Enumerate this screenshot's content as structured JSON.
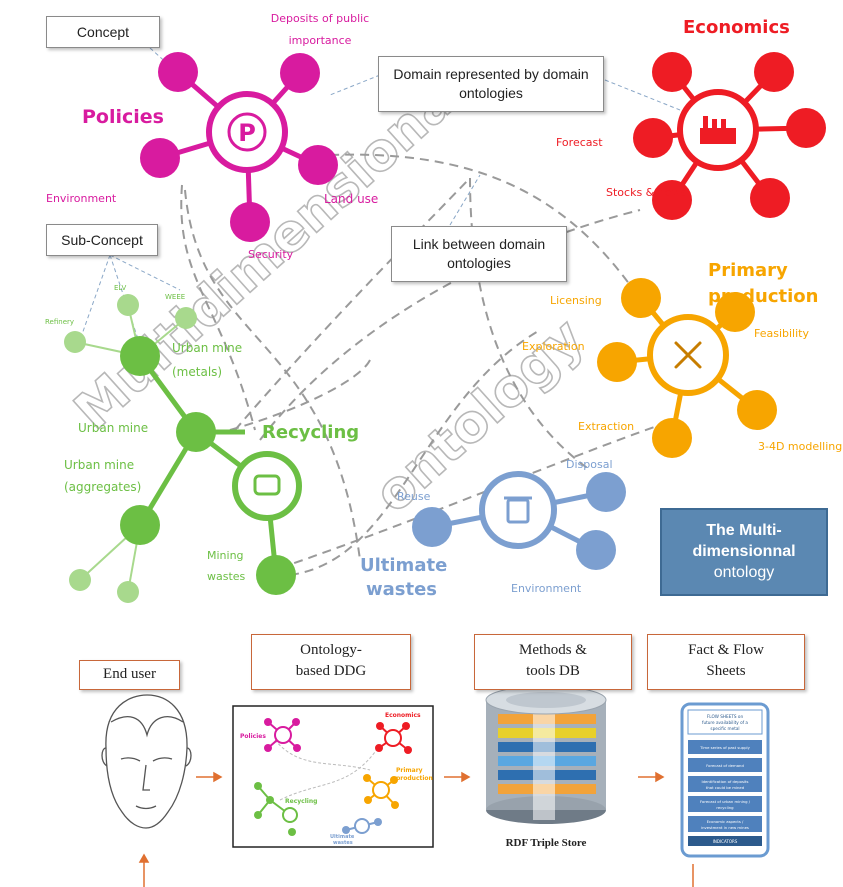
{
  "callouts": {
    "concept": "Concept",
    "domain": "Domain represented by domain ontologies",
    "sub_concept": "Sub-Concept",
    "link": "Link between domain ontologies"
  },
  "watermark": {
    "line1": "Multidimensional",
    "line2": "ontology"
  },
  "domains": {
    "policies": {
      "title": "Policies",
      "color": "#d81b9f",
      "center_symbol": "P",
      "labels": {
        "deposits": "Deposits of public importance",
        "environment": "Environment",
        "land_use": "Land use",
        "security": "Security"
      }
    },
    "economics": {
      "title": "Economics",
      "color": "#ee1c24",
      "labels": {
        "forecast": "Forecast",
        "stocks": "Stocks & flows"
      }
    },
    "primary": {
      "title_line1": "Primary",
      "title_line2": "production",
      "color": "#f7a500",
      "labels": {
        "licensing": "Licensing",
        "feasibility": "Feasibility",
        "exploration": "Exploration",
        "extraction": "Extraction",
        "modelling": "3-4D modelling"
      }
    },
    "recycling": {
      "title": "Recycling",
      "color": "#6cbf44",
      "labels": {
        "urban_metals": "Urban mine (metals)",
        "urban_mine": "Urban mine",
        "urban_aggregates": "Urban mine (aggregates)",
        "mining_wastes": "Mining wastes",
        "refinery": "Refinery",
        "weee": "WEEE",
        "elv": "ELV"
      }
    },
    "wastes": {
      "title_line1": "Ultimate",
      "title_line2": "wastes",
      "color": "#7c9fd0",
      "labels": {
        "reuse": "Reuse",
        "disposal": "Disposal",
        "environment": "Environment"
      }
    }
  },
  "multi_box": {
    "line1": "The Multi-",
    "line2": "dimensionnal",
    "line3": "ontology"
  },
  "workflow": {
    "end_user": "End user",
    "ddg_line1": "Ontology-",
    "ddg_line2": "based DDG",
    "methods_line1": "Methods &",
    "methods_line2": "tools DB",
    "fact_line1": "Fact & Flow",
    "fact_line2": "Sheets",
    "rdf_caption": "RDF Triple Store",
    "arrow_color": "#e07030"
  },
  "thumbnail": {
    "policies": "Policies",
    "economics": "Economics",
    "primary1": "Primary",
    "primary2": "production",
    "recycling": "Recycling",
    "wastes1": "Ultimate",
    "wastes2": "wastes"
  },
  "fact_sheet": {
    "header": "FLOW SHEETS on future availability of a specific metal",
    "rows": [
      "Time series of past supply",
      "Forecast of demand",
      "Identification of deposits that could be mined",
      "Forecast of urban mining / recycling",
      "Economic aspects / investment in new mines"
    ],
    "footer": "INDICATORS"
  }
}
